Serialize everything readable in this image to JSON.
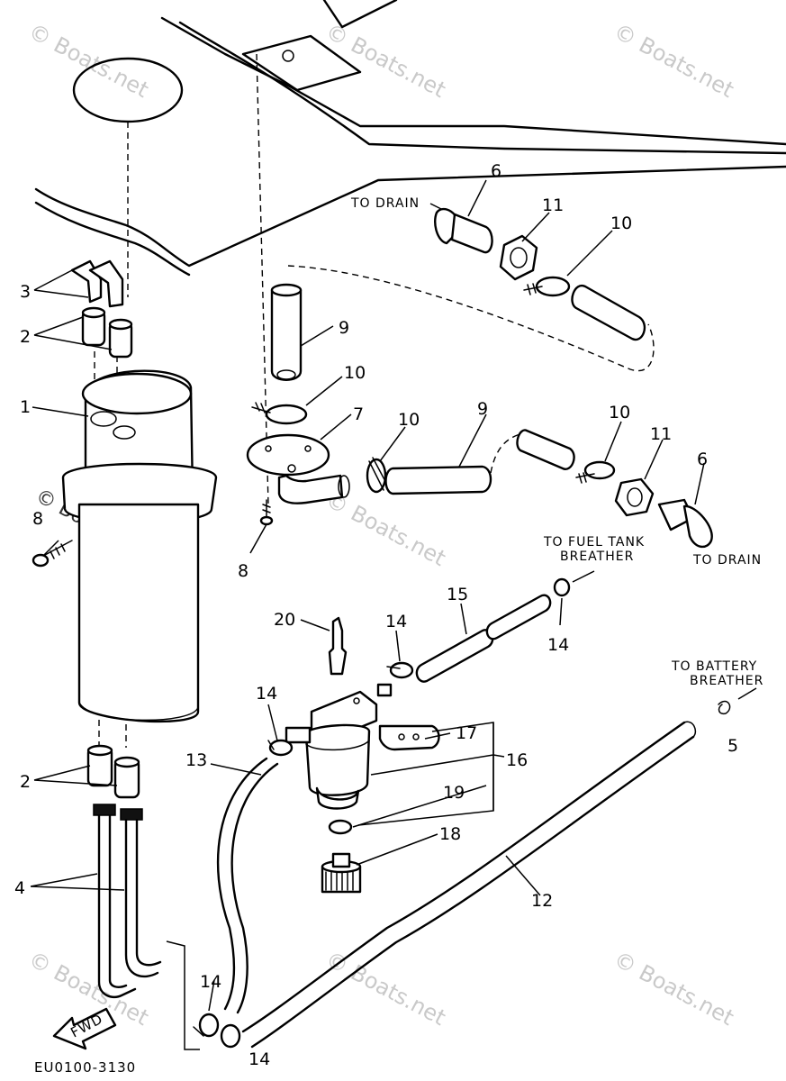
{
  "diagram": {
    "watermark": "© Boats.net",
    "drawing_code": "EU0100-3130",
    "fwd_label": "FWD",
    "callouts": {
      "c1": "1",
      "c2a": "2",
      "c2b": "2",
      "c3": "3",
      "c4": "4",
      "c5": "5",
      "c6a": "6",
      "c6b": "6",
      "c7": "7",
      "c8a": "8",
      "c8b": "8",
      "c9a": "9",
      "c9b": "9",
      "c10a": "10",
      "c10b": "10",
      "c10c": "10",
      "c10d": "10",
      "c11a": "11",
      "c11b": "11",
      "c12": "12",
      "c13": "13",
      "c14a": "14",
      "c14b": "14",
      "c14c": "14",
      "c14d": "14",
      "c14e": "14",
      "c15": "15",
      "c16": "16",
      "c17": "17",
      "c18": "18",
      "c19": "19",
      "c20": "20"
    },
    "notes": {
      "to_drain_top": "TO DRAIN",
      "to_drain_right": "TO DRAIN",
      "fuel_tank_breather_1": "TO FUEL TANK",
      "fuel_tank_breather_2": "BREATHER",
      "battery_breather_1": "TO BATTERY",
      "battery_breather_2": "BREATHER"
    }
  }
}
